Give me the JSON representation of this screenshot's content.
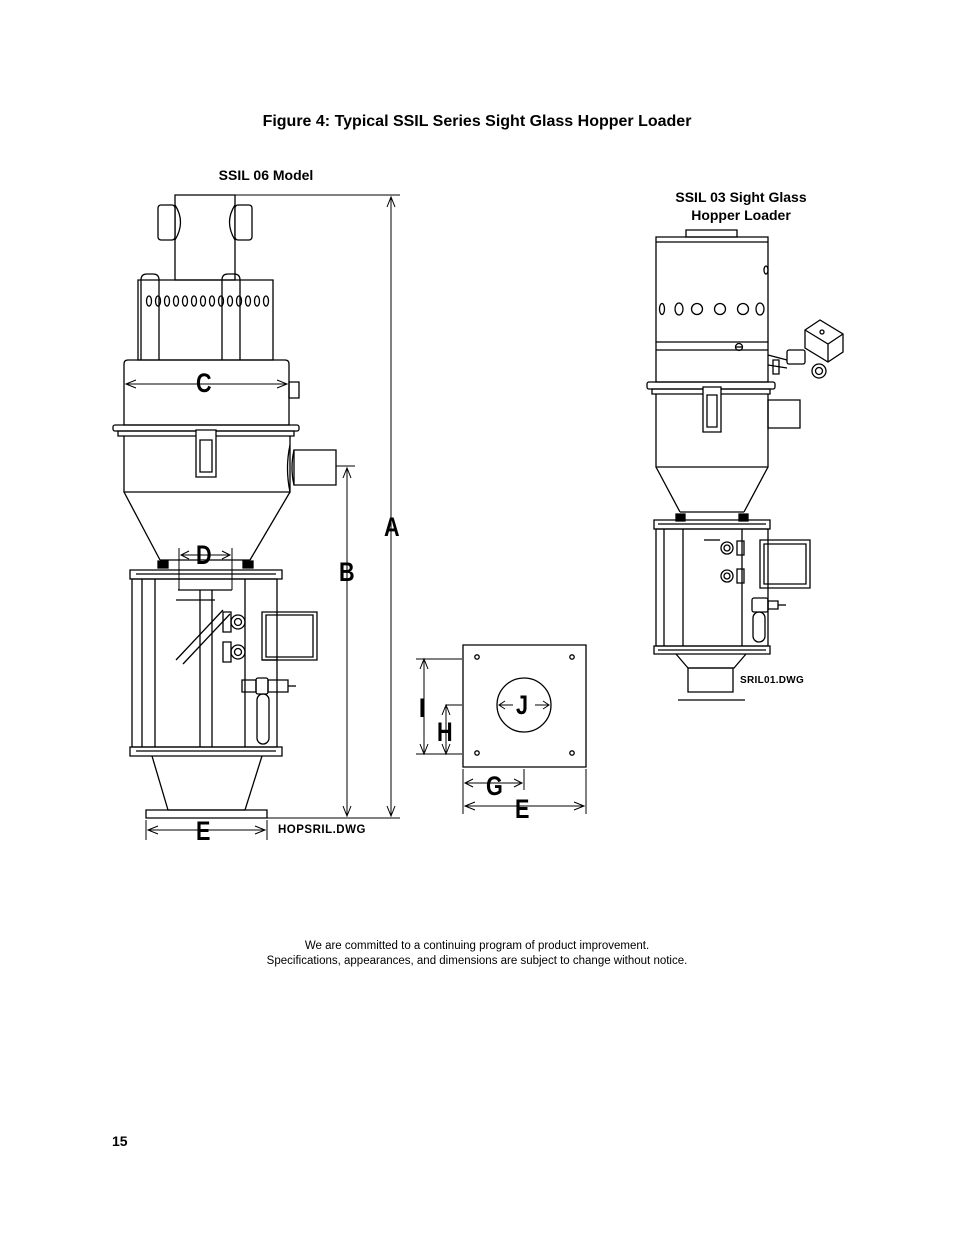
{
  "figure_title": "Figure 4:  Typical SSIL Series Sight Glass Hopper Loader",
  "left_model_label": "SSIL 06 Model",
  "right_model_label_line1": "SSIL 03 Sight Glass",
  "right_model_label_line2": "Hopper Loader",
  "left_drawing_file": "HOPSRIL.DWG",
  "right_drawing_file": "SRIL01.DWG",
  "dimensions": {
    "a": "A",
    "b": "B",
    "c": "C",
    "d": "D",
    "e_left": "E",
    "e_plate": "E",
    "g": "G",
    "h": "H",
    "i": "I",
    "j": "J"
  },
  "footer_line1": "We are committed to a continuing program of product improvement.",
  "footer_line2": "Specifications, appearances, and dimensions are subject to change without notice.",
  "page_number": "15"
}
